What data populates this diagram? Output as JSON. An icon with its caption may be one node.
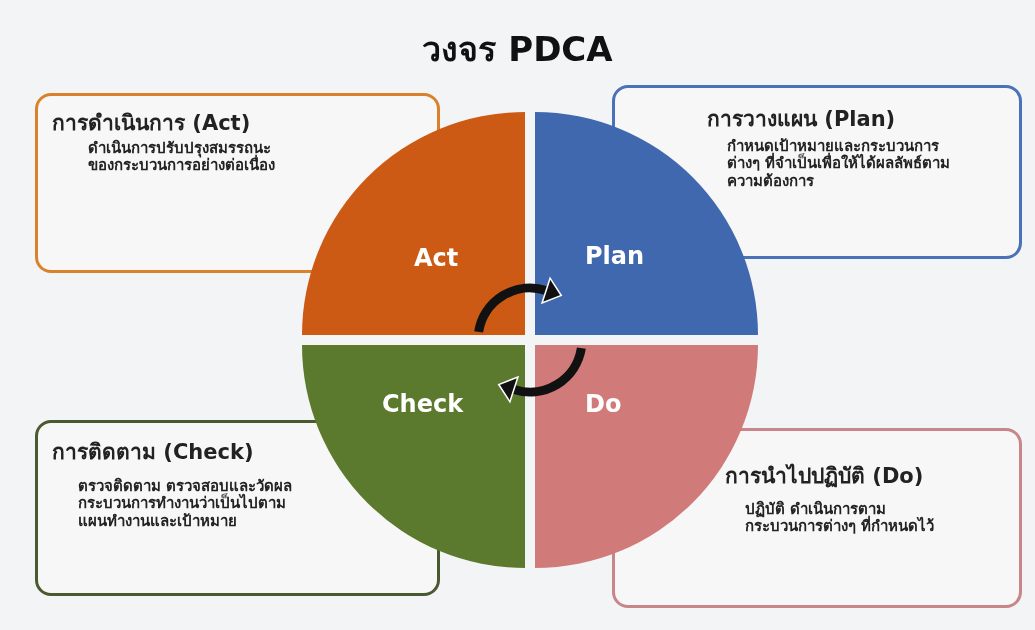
{
  "diagram": {
    "title": "วงจร PDCA",
    "nodes": [
      {
        "text": [
          "การดำเนินการ (Act)",
          "ดำเนินการปรับปรุงสมรรถนะของกระบวนการอย่างต่อเนื่อง"
        ]
      },
      {
        "text": [
          "การวางแผน (Plan)",
          "กำหนดเป้าหมายและกระบวนการต่างๆ ที่จำเป็นเพื่อให้ได้ผลลัพธ์ตามความต้องการ"
        ]
      },
      {
        "text": [
          "Act"
        ]
      },
      {
        "text": [
          "Plan"
        ]
      },
      {
        "text": [
          "Check"
        ]
      },
      {
        "text": [
          "Do"
        ]
      },
      {
        "text": [
          "การติดตาม (Check)",
          "ตรวจติดตาม ตรวจสอบและวัดผลกระบวนการทำงานว่าเป็นไปตามแผนทำงานและเป้าหมาย"
        ]
      },
      {
        "text": [
          "การนำไปปฏิบัติ (Do)",
          "ปฏิบัติ ดำเนินการตามกระบวนการต่างๆ ที่กำหนดไว้"
        ]
      }
    ],
    "edges": [
      {
        "from": 2,
        "to": 3,
        "arrow": "to"
      },
      {
        "from": 5,
        "to": 4,
        "arrow": "to"
      }
    ]
  }
}
